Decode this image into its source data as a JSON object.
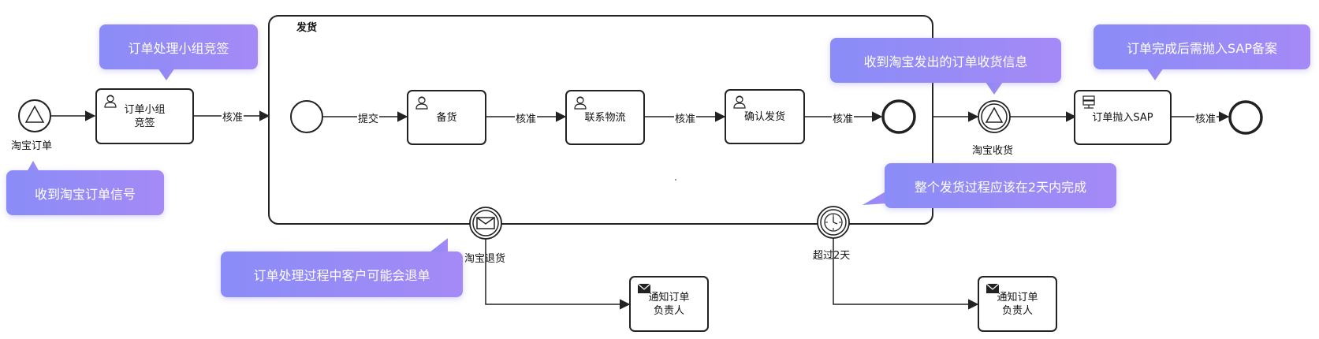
{
  "subprocess": {
    "title": "发货"
  },
  "events": {
    "start_label": "淘宝订单",
    "receive_label": "淘宝收货",
    "return_label": "淘宝退货",
    "timer_label": "超过2天"
  },
  "tasks": {
    "bid": "订单小组\n竞签",
    "stock": "备货",
    "logistics": "联系物流",
    "confirm": "确认发货",
    "sap": "订单抛入SAP",
    "notify1": "通知订单\n负责人",
    "notify2": "通知订单\n负责人"
  },
  "flows": {
    "approve1": "核准",
    "submit": "提交",
    "approve2": "核准",
    "approve3": "核准",
    "approve4": "核准",
    "approve5": "核准"
  },
  "callouts": {
    "bid_note": "订单处理小组竞签",
    "start_note": "收到淘宝订单信号",
    "receive_note": "收到淘宝发出的订单收货信息",
    "sap_note": "订单完成后需抛入SAP备案",
    "timer_note": "整个发货过程应该在2天内完成",
    "return_note": "订单处理过程中客户可能会退单"
  },
  "colors": {
    "callout_start": "#8a8cf7",
    "callout_end": "#a58af6",
    "stroke": "#222222"
  }
}
